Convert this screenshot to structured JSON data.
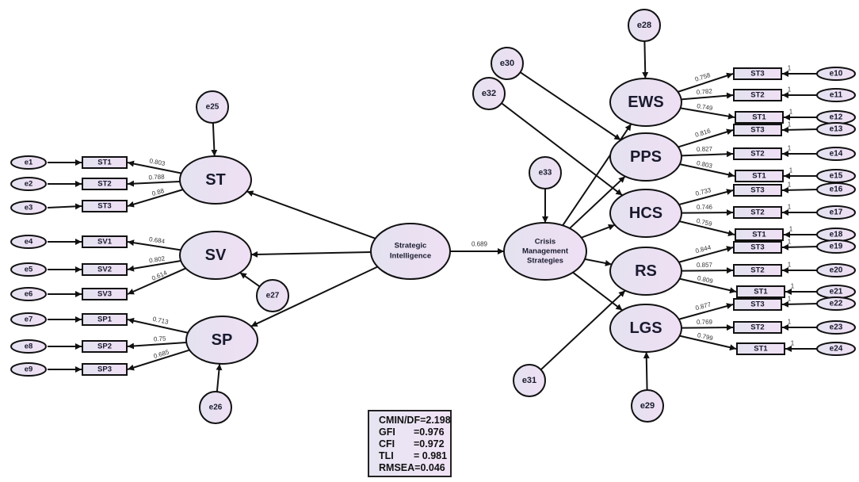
{
  "colors": {
    "node_fill_a": "#e4e2f0",
    "node_fill_b": "#efdff4",
    "stroke": "#111111"
  },
  "main_path": {
    "from": "strategic_intelligence",
    "to": "crisis_management",
    "coef": "0.689"
  },
  "latents": {
    "strategic_intelligence": [
      "Strategic",
      "Intelligence"
    ],
    "crisis_management": [
      "Crisis",
      "Management",
      "Strategies"
    ]
  },
  "left_factors": [
    {
      "name": "ST",
      "error": "e25",
      "items": [
        {
          "label": "ST1",
          "error": "e1",
          "coef": "0.803"
        },
        {
          "label": "ST2",
          "error": "e2",
          "coef": "0.788"
        },
        {
          "label": "ST3",
          "error": "e3",
          "coef": "0.88"
        }
      ]
    },
    {
      "name": "SV",
      "error": "e27",
      "items": [
        {
          "label": "SV1",
          "error": "e4",
          "coef": "0.684"
        },
        {
          "label": "SV2",
          "error": "e5",
          "coef": "0.802"
        },
        {
          "label": "SV3",
          "error": "e6",
          "coef": "0.614"
        }
      ]
    },
    {
      "name": "SP",
      "error": "e26",
      "items": [
        {
          "label": "SP1",
          "error": "e7",
          "coef": "0.713"
        },
        {
          "label": "SP2",
          "error": "e8",
          "coef": "0.75"
        },
        {
          "label": "SP3",
          "error": "e9",
          "coef": "0.685"
        }
      ]
    }
  ],
  "right_factors": [
    {
      "name": "EWS",
      "error": "e28",
      "items": [
        {
          "label": "ST3",
          "error": "e10",
          "coef": "0.758",
          "fixed": "1"
        },
        {
          "label": "ST2",
          "error": "e11",
          "coef": "0.782",
          "fixed": "1"
        },
        {
          "label": "ST1",
          "error": "e12",
          "coef": "0.749",
          "fixed": "1"
        }
      ]
    },
    {
      "name": "PPS",
      "error": "e30",
      "items": [
        {
          "label": "ST3",
          "error": "e13",
          "coef": "0.816",
          "fixed": "1"
        },
        {
          "label": "ST2",
          "error": "e14",
          "coef": "0.827",
          "fixed": "1"
        },
        {
          "label": "ST1",
          "error": "e15",
          "coef": "0.803",
          "fixed": "1"
        }
      ]
    },
    {
      "name": "HCS",
      "error": "e32",
      "items": [
        {
          "label": "ST3",
          "error": "e16",
          "coef": "0.733",
          "fixed": "1"
        },
        {
          "label": "ST2",
          "error": "e17",
          "coef": "0.746",
          "fixed": "1"
        },
        {
          "label": "ST1",
          "error": "e18",
          "coef": "0.759",
          "fixed": "1"
        }
      ]
    },
    {
      "name": "RS",
      "error": "e31",
      "items": [
        {
          "label": "ST3",
          "error": "e19",
          "coef": "0.844",
          "fixed": "1"
        },
        {
          "label": "ST2",
          "error": "e20",
          "coef": "0.857",
          "fixed": "1"
        },
        {
          "label": "ST1",
          "error": "e21",
          "coef": "0.809",
          "fixed": "1"
        }
      ]
    },
    {
      "name": "LGS",
      "error": "e29",
      "items": [
        {
          "label": "ST3",
          "error": "e22",
          "coef": "0.877",
          "fixed": "1"
        },
        {
          "label": "ST2",
          "error": "e23",
          "coef": "0.769",
          "fixed": "1"
        },
        {
          "label": "ST1",
          "error": "e24",
          "coef": "0.799",
          "fixed": "1"
        }
      ]
    }
  ],
  "crisis_error": "e33",
  "fit_indices": [
    {
      "key": "CMIN/DF",
      "value": "=2.198"
    },
    {
      "key": "GFI",
      "value": "=0.976"
    },
    {
      "key": "CFI",
      "value": "=0.972"
    },
    {
      "key": "TLI",
      "value": "= 0.981"
    },
    {
      "key": "RMSEA",
      "value": "=0.046"
    }
  ]
}
